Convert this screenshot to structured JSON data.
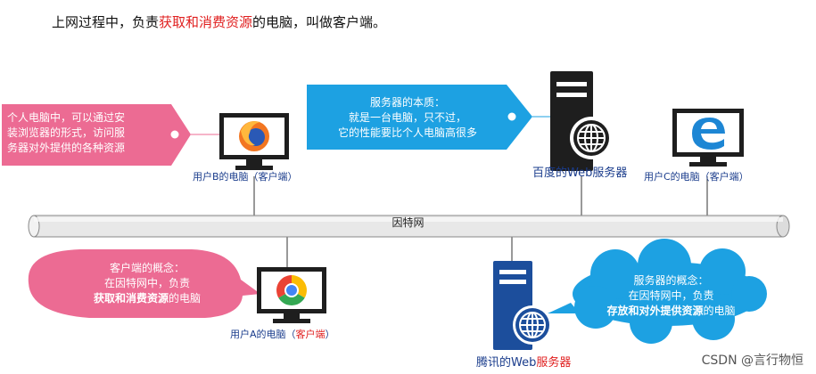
{
  "title": {
    "before": "上网过程中，负责",
    "highlight": "获取和消费资源",
    "after": "的电脑，叫做客户端。"
  },
  "tag_left": {
    "lines": [
      "个人电脑中，可以通过安",
      "装浏览器的形式，访问服",
      "务器对外提供的各种资源"
    ]
  },
  "tag_server": {
    "lines": [
      "服务器的本质：",
      "就是一台电脑，只不过，",
      "它的性能要比个人电脑高很多"
    ]
  },
  "user_b": {
    "label": "用户B的电脑（客户端）"
  },
  "baidu": {
    "label": "百度的Web服务器"
  },
  "user_c": {
    "label": "用户C的电脑（客户端）"
  },
  "internet": {
    "label": "因特网"
  },
  "client_concept": {
    "line1": "客户端的概念：",
    "line2": "在因特网中，负责",
    "line3_bold": "获取和消费资源",
    "line3_rest": "的电脑"
  },
  "user_a": {
    "label_prefix": "用户A的电脑（",
    "label_red": "客户端",
    "label_suffix": "）"
  },
  "tencent": {
    "label_prefix": "腾讯的Web",
    "label_red": "服务器"
  },
  "server_concept": {
    "line1": "服务器的概念：",
    "line2": "在因特网中，负责",
    "line3_bold": "存放和对外提供资源",
    "line3_rest": "的电脑"
  },
  "watermark": "CSDN @言行物恒",
  "colors": {
    "pink": "#ec6b93",
    "blue": "#1da1e2",
    "navy": "#1a3c8c",
    "red": "#e02020",
    "pipe": "#e6e6e6"
  },
  "icons": {
    "firefox": "firefox-icon",
    "chrome": "chrome-icon",
    "edge": "edge-icon",
    "server": "server-icon",
    "globe": "globe-icon"
  }
}
